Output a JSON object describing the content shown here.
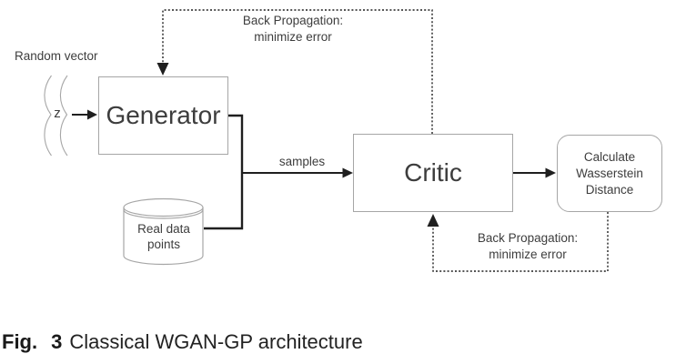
{
  "figure": {
    "caption_label": "Fig.",
    "caption_number": "3",
    "caption_text": "Classical WGAN-GP architecture"
  },
  "diagram": {
    "random_vector_label": "Random vector",
    "z_label": "z",
    "generator_label": "Generator",
    "critic_label": "Critic",
    "wasserstein_label": "Calculate\nWasserstein\nDistance",
    "real_data_label": "Real data\npoints",
    "samples_label": "samples",
    "backprop_top_label": "Back Propagation:\nminimize error",
    "backprop_bottom_label": "Back Propagation:\nminimize error"
  },
  "colors": {
    "background": "#ffffff",
    "box_border": "#a6a6a6",
    "connector": "#1f1f1f",
    "text": "#3d3d3d"
  }
}
